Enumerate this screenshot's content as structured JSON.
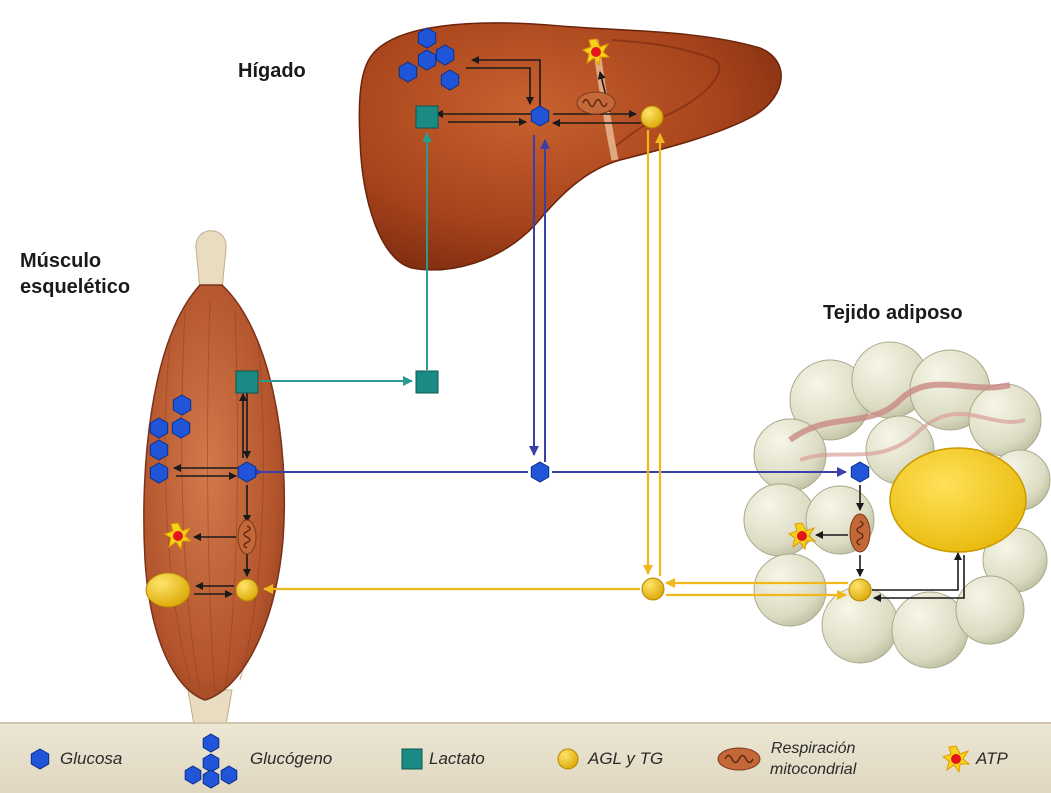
{
  "organs": {
    "liver": "Hígado",
    "muscle_line1": "Músculo",
    "muscle_line2": "esquelético",
    "adipose": "Tejido adiposo"
  },
  "legend": {
    "glucose": "Glucosa",
    "glycogen": "Glucógeno",
    "lactate": "Lactato",
    "fatty_acids": "AGL y TG",
    "respiration_line1": "Respiración",
    "respiration_line2": "mitocondrial",
    "atp": "ATP"
  },
  "colors": {
    "glucose": "#1f55d6",
    "lactate": "#1a8a84",
    "fatty_acids": "#e6b816",
    "glucose_arrow": "#3b3fa8",
    "lactate_arrow": "#2a9a8e",
    "fatty_arrow": "#f0b81a",
    "liver": "#a8441c",
    "muscle": "#b85a32"
  }
}
